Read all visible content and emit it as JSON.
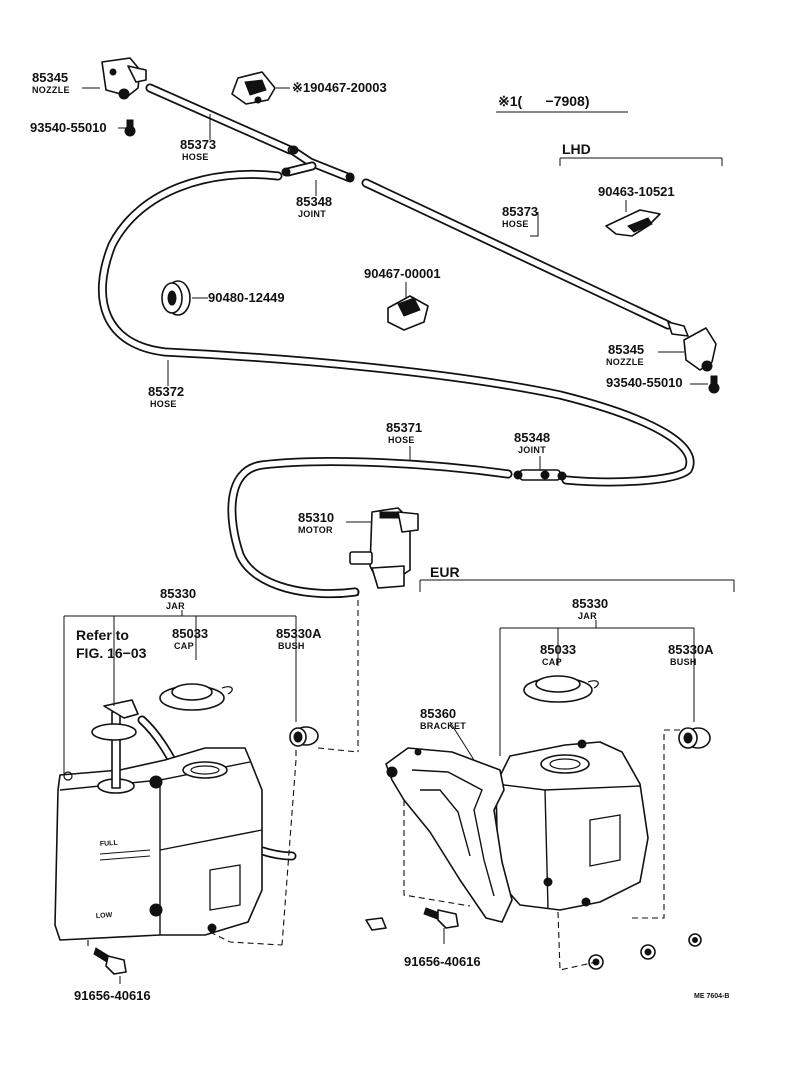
{
  "labels": {
    "nozzle_top": {
      "number": "85345",
      "name": "NOZZLE"
    },
    "clip_top": {
      "number": "※190467-20003"
    },
    "note_top": {
      "text": "※1(      −7908)"
    },
    "screw_top": {
      "number": "93540-55010"
    },
    "hose_85373_left": {
      "number": "85373",
      "name": "HOSE"
    },
    "lhd": {
      "text": "LHD"
    },
    "clip_lhd": {
      "number": "90463-10521"
    },
    "joint_top": {
      "number": "85348",
      "name": "JOINT"
    },
    "hose_85373_right": {
      "number": "85373",
      "name": "HOSE"
    },
    "grommet": {
      "number": "90480-12449"
    },
    "clip_mid": {
      "number": "90467-00001"
    },
    "nozzle_right": {
      "number": "85345",
      "name": "NOZZLE"
    },
    "screw_right": {
      "number": "93540-55010"
    },
    "hose_85372": {
      "number": "85372",
      "name": "HOSE"
    },
    "hose_85371": {
      "number": "85371",
      "name": "HOSE"
    },
    "joint_right": {
      "number": "85348",
      "name": "JOINT"
    },
    "motor": {
      "number": "85310",
      "name": "MOTOR"
    },
    "eur": {
      "text": "EUR"
    },
    "jar_left": {
      "number": "85330",
      "name": "JAR"
    },
    "refer": {
      "line1": "Refer to",
      "line2": "FIG. 16−03"
    },
    "cap_left": {
      "number": "85033",
      "name": "CAP"
    },
    "bush_left": {
      "number": "85330A",
      "name": "BUSH"
    },
    "jar_right": {
      "number": "85330",
      "name": "JAR"
    },
    "cap_right": {
      "number": "85033",
      "name": "CAP"
    },
    "bush_right": {
      "number": "85330A",
      "name": "BUSH"
    },
    "bracket": {
      "number": "85360",
      "name": "BRACKET"
    },
    "bolt_right": {
      "number": "91656-40616"
    },
    "bolt_left": {
      "number": "91656-40616"
    },
    "jar_full_mark": {
      "text": "FULL"
    },
    "jar_low_mark": {
      "text": "LOW"
    },
    "drawing_code": {
      "text": "ME 7604-B"
    }
  }
}
